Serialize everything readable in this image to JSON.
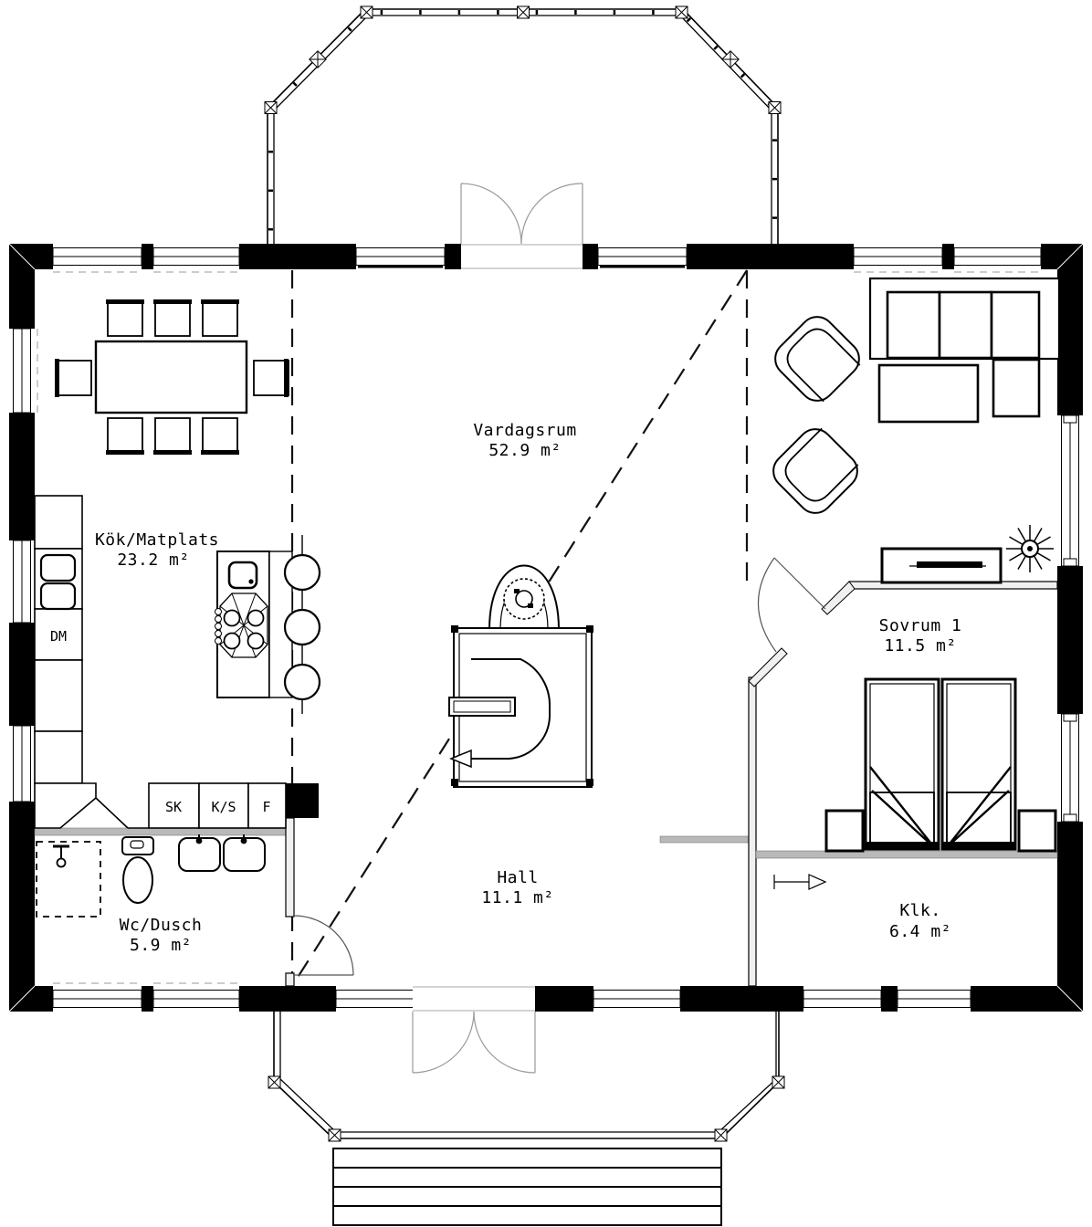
{
  "drawing": {
    "type": "floor-plan",
    "language": "sv"
  },
  "rooms": [
    {
      "name": "Vardagsrum",
      "area": "52.9 m²"
    },
    {
      "name": "Kök/Matplats",
      "area": "23.2 m²"
    },
    {
      "name": "Sovrum 1",
      "area": "11.5 m²"
    },
    {
      "name": "Hall",
      "area": "11.1 m²"
    },
    {
      "name": "Wc/Dusch",
      "area": "5.9 m²"
    },
    {
      "name": "Klk.",
      "area": "6.4 m²"
    }
  ],
  "kitchen_labels": {
    "dishwasher": "DM",
    "cabinet_sk": "SK",
    "cabinet_ks": "K/S",
    "fridge": "F"
  },
  "colors": {
    "ink": "#000000",
    "paper": "#ffffff",
    "wall_fill": "#000000",
    "light_gray": "#b9b9b9",
    "door_line": "#999999"
  }
}
